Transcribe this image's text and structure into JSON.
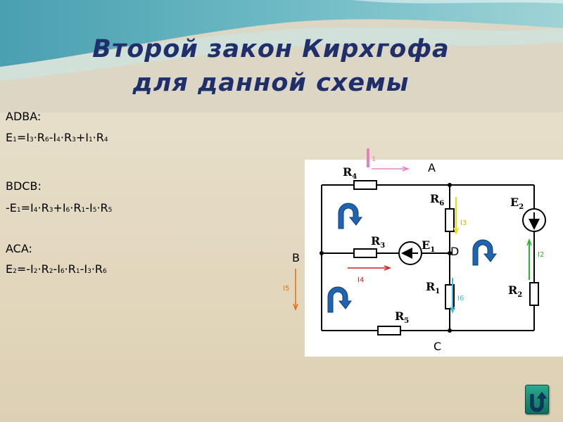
{
  "title": {
    "line1": "Второй закон Кирхгофа",
    "line2": "для данной схемы"
  },
  "equations": [
    {
      "contour": "ADBA:",
      "formula": "E1=I3·R6-I4·R3+I1·R4"
    },
    {
      "contour": "BDCB:",
      "formula": "-E1=I4·R3+I6·R1-I5·R5"
    },
    {
      "contour": "ACA:",
      "formula": "E2=-I2·R2-I6·R1-I3·R6"
    }
  ],
  "circuit": {
    "nodes": {
      "A": "A",
      "B": "B",
      "C": "C",
      "D": "D"
    },
    "resistors": {
      "r1": "R1",
      "r2": "R2",
      "r3": "R3",
      "r4": "R4",
      "r5": "R5",
      "r6": "R6"
    },
    "sources": {
      "e1": "E1",
      "e2": "E2"
    },
    "currents": {
      "i1": {
        "label": "I1",
        "color": "#e880c0"
      },
      "i2": {
        "label": "I2",
        "color": "#22bb22"
      },
      "i3": {
        "label": "I3",
        "color": "#e8e000"
      },
      "i4": {
        "label": "I4",
        "color": "#d02020"
      },
      "i5": {
        "label": "I5",
        "color": "#e07010"
      },
      "i6": {
        "label": "I6",
        "color": "#30c0e0"
      }
    }
  },
  "nav": {
    "home_icon": "return-arrow-icon"
  }
}
